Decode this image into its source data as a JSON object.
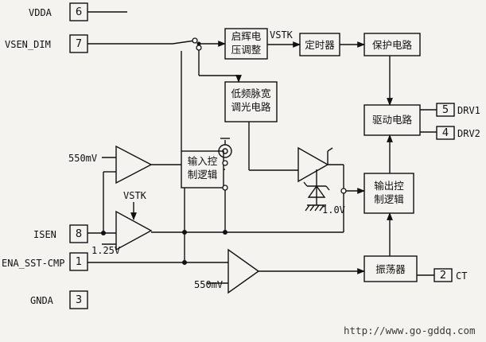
{
  "pins": {
    "vdda": {
      "number": "6",
      "name": "VDDA"
    },
    "vsen_dim": {
      "number": "7",
      "name": "VSEN_DIM"
    },
    "isen": {
      "number": "8",
      "name": "ISEN"
    },
    "ena": {
      "number": "1",
      "name": "ENA_SST-CMP"
    },
    "gnda": {
      "number": "3",
      "name": "GNDA"
    },
    "drv1": {
      "number": "5",
      "name": "DRV1"
    },
    "drv2": {
      "number": "4",
      "name": "DRV2"
    },
    "ct": {
      "number": "2",
      "name": "CT"
    }
  },
  "blocks": {
    "startup_adjust": [
      "启辉电",
      "压调整"
    ],
    "timer": [
      "定时器"
    ],
    "protection": [
      "保护电路"
    ],
    "pwm_dimming": [
      "低频脉宽",
      "调光电路"
    ],
    "driver": [
      "驱动电路"
    ],
    "input_logic": [
      "输入控",
      "制逻辑"
    ],
    "output_logic": [
      "输出控",
      "制逻辑"
    ],
    "oscillator": [
      "振荡器"
    ]
  },
  "signals": {
    "vstk_top": "VSTK",
    "vstk_comp": "VSTK",
    "ref_550_top": "550mV",
    "ref_125": "1.25V",
    "ref_550_bottom": "550mV",
    "ref_10": "1.0V"
  },
  "watermark": "http://www.go-gddq.com"
}
